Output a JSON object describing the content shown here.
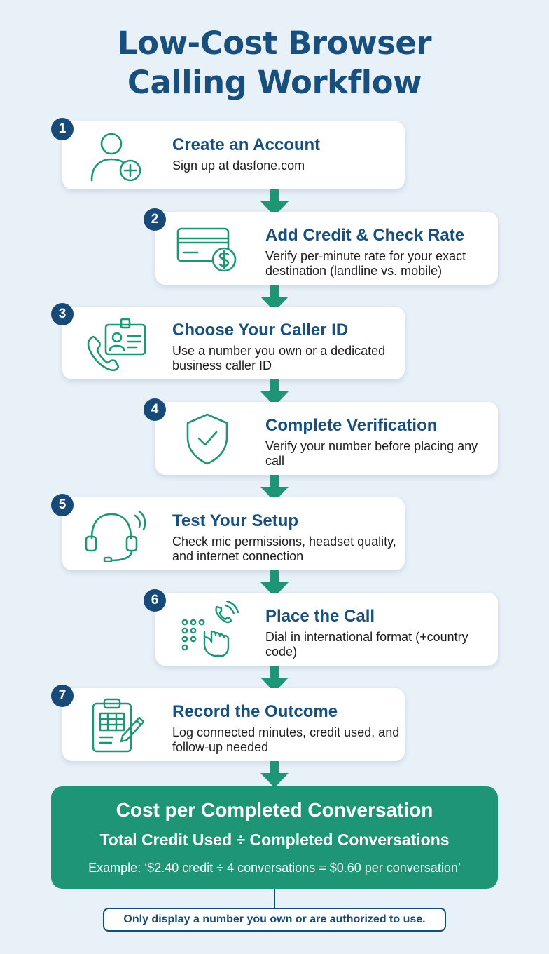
{
  "title": {
    "line1": "Low-Cost Browser",
    "line2": "Calling Workflow"
  },
  "colors": {
    "title": "#184f7c",
    "badge": "#174a77",
    "accent_green": "#1e9676",
    "icon_stroke": "#1e9676",
    "background": "#e8f0f8"
  },
  "steps": [
    {
      "number": "1",
      "icon": "add-user-icon",
      "title": "Create an Account",
      "description": "Sign up at dasfone.com"
    },
    {
      "number": "2",
      "icon": "credit-card-dollar-icon",
      "title": "Add Credit & Check Rate",
      "description": "Verify per-minute rate for your exact destination (landline vs. mobile)"
    },
    {
      "number": "3",
      "icon": "phone-id-card-icon",
      "title": "Choose Your Caller ID",
      "description": "Use a number you own or a dedicated business caller ID"
    },
    {
      "number": "4",
      "icon": "shield-check-icon",
      "title": "Complete Verification",
      "description": "Verify your number before placing any call"
    },
    {
      "number": "5",
      "icon": "headset-icon",
      "title": "Test Your Setup",
      "description": "Check mic permissions, headset quality, and internet connection"
    },
    {
      "number": "6",
      "icon": "keypad-dial-icon",
      "title": "Place the Call",
      "description": "Dial in international format (+country code)"
    },
    {
      "number": "7",
      "icon": "clipboard-log-icon",
      "title": "Record the Outcome",
      "description": "Log connected minutes, credit used, and follow-up needed"
    }
  ],
  "formula": {
    "title": "Cost per Completed Conversation",
    "equation": "Total Credit Used ÷ Completed Conversations",
    "example": "Example: ‘$2.40 credit ÷ 4 conversations = $0.60 per conversation’"
  },
  "note": "Only display a number you own or are authorized to use."
}
